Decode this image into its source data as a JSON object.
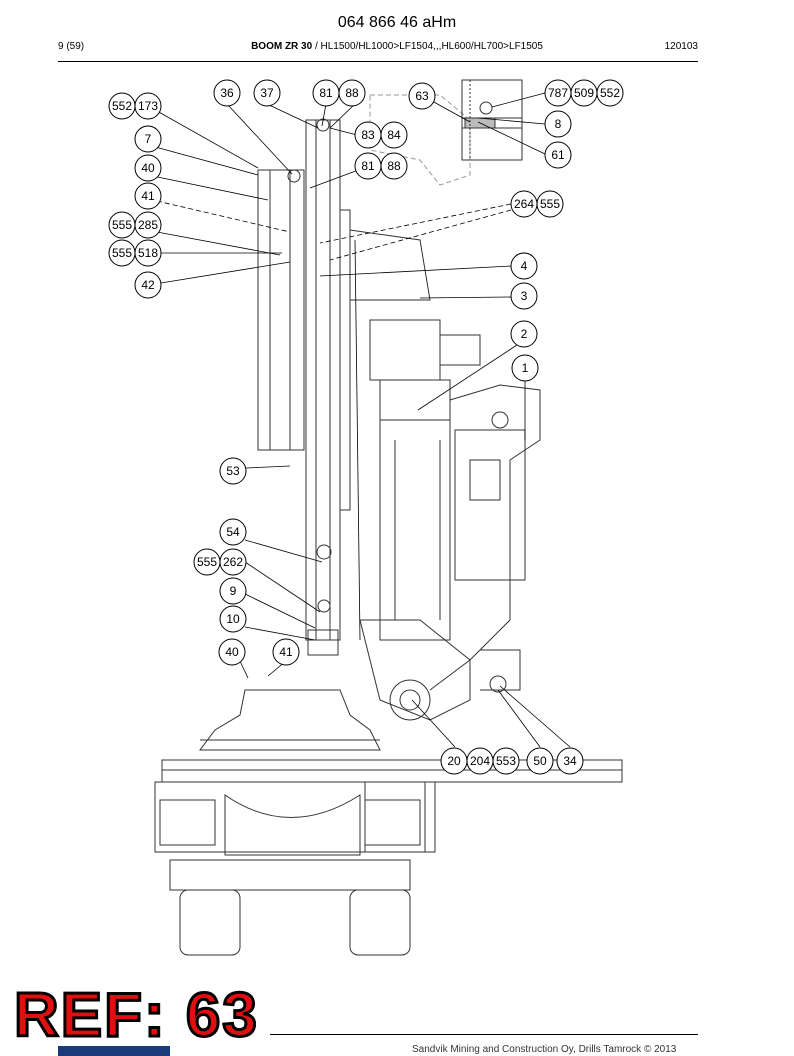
{
  "header": {
    "doc_number": "064 866 46 aHm",
    "page": "9 (59)",
    "model_bold": "BOOM ZR 30",
    "model_rest": " / HL1500/HL1000>LF1504,,,HL600/HL700>LF1505",
    "code": "120103"
  },
  "footer": {
    "copyright": "Sandvik Mining and Construction Oy, Drills Tamrock © 2013"
  },
  "ref_stamp": "REF: 63",
  "callouts": [
    {
      "id": "c36",
      "label": "36"
    },
    {
      "id": "c37",
      "label": "37"
    },
    {
      "id": "c81a",
      "label": "81"
    },
    {
      "id": "c88a",
      "label": "88"
    },
    {
      "id": "c63",
      "label": "63"
    },
    {
      "id": "c787",
      "label": "787"
    },
    {
      "id": "c509",
      "label": "509"
    },
    {
      "id": "c552a",
      "label": "552"
    },
    {
      "id": "c552b",
      "label": "552"
    },
    {
      "id": "c173",
      "label": "173"
    },
    {
      "id": "c8",
      "label": "8"
    },
    {
      "id": "c83",
      "label": "83"
    },
    {
      "id": "c84",
      "label": "84"
    },
    {
      "id": "c7",
      "label": "7"
    },
    {
      "id": "c61",
      "label": "61"
    },
    {
      "id": "c40a",
      "label": "40"
    },
    {
      "id": "c81b",
      "label": "81"
    },
    {
      "id": "c88b",
      "label": "88"
    },
    {
      "id": "c41a",
      "label": "41"
    },
    {
      "id": "c264",
      "label": "264"
    },
    {
      "id": "c555a",
      "label": "555"
    },
    {
      "id": "c285",
      "label": "285"
    },
    {
      "id": "c555b",
      "label": "555"
    },
    {
      "id": "c518",
      "label": "518"
    },
    {
      "id": "c4",
      "label": "4"
    },
    {
      "id": "c42",
      "label": "42"
    },
    {
      "id": "c3",
      "label": "3"
    },
    {
      "id": "c555c",
      "label": "555"
    },
    {
      "id": "c2",
      "label": "2"
    },
    {
      "id": "c1",
      "label": "1"
    },
    {
      "id": "c53",
      "label": "53"
    },
    {
      "id": "c54",
      "label": "54"
    },
    {
      "id": "c555d",
      "label": "555"
    },
    {
      "id": "c262",
      "label": "262"
    },
    {
      "id": "c9",
      "label": "9"
    },
    {
      "id": "c10",
      "label": "10"
    },
    {
      "id": "c40b",
      "label": "40"
    },
    {
      "id": "c41b",
      "label": "41"
    },
    {
      "id": "c20",
      "label": "20"
    },
    {
      "id": "c204",
      "label": "204"
    },
    {
      "id": "c553",
      "label": "553"
    },
    {
      "id": "c50",
      "label": "50"
    },
    {
      "id": "c34",
      "label": "34"
    }
  ]
}
